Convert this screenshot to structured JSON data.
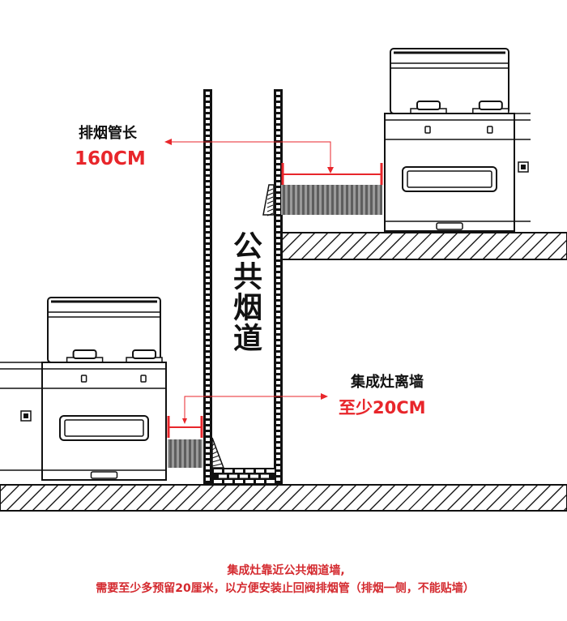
{
  "flue_label": "公共烟道",
  "pipe_length": {
    "title": "排烟管长",
    "value": "160CM"
  },
  "wall_gap": {
    "title": "集成灶离墙",
    "value": "至少20CM"
  },
  "note": {
    "line1": "集成灶靠近公共烟道墙,",
    "line2": "需要至少多预留20厘米，以方便安装止回阀排烟管（排烟一侧，不能贴墙）"
  },
  "colors": {
    "accent": "#e8262b",
    "note": "#d42a2f",
    "line": "#111111",
    "pipe": "#8a8a8a"
  }
}
